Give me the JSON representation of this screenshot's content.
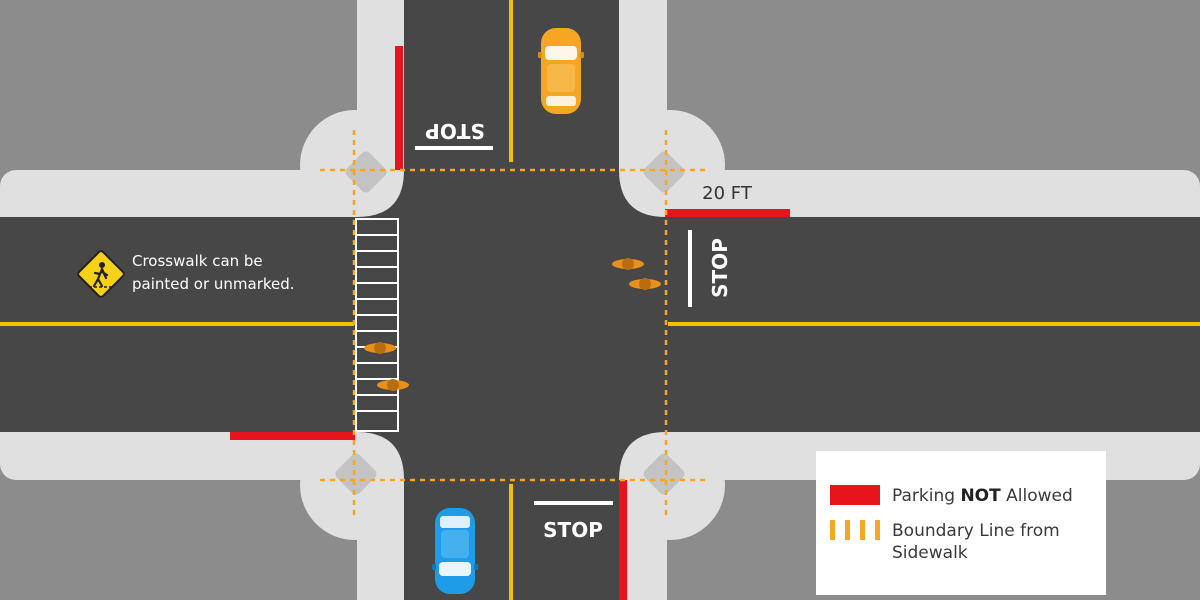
{
  "labels": {
    "stop_top": "STOP",
    "stop_right": "STOP",
    "stop_bottom": "STOP",
    "distance": "20 FT",
    "crosswalk_note_line1": "Crosswalk can be",
    "crosswalk_note_line2": "painted or unmarked."
  },
  "legend": {
    "parking_prefix": "Parking ",
    "parking_bold": "NOT",
    "parking_suffix": " Allowed",
    "boundary_line1": "Boundary Line from",
    "boundary_line2": "Sidewalk"
  },
  "icons": {
    "pedestrian_sign": "pedestrian-crossing-sign-icon",
    "car_orange": "orange-car-icon",
    "car_blue": "blue-car-icon",
    "person": "pedestrian-icon"
  },
  "colors": {
    "road": "#474747",
    "sidewalk": "#e0e0e0",
    "block": "#8c8c8c",
    "no_parking": "#e8141c",
    "boundary": "#f5a623",
    "center_line": "#f2c200",
    "car_orange": "#f5a623",
    "car_blue": "#1e9ce8"
  }
}
